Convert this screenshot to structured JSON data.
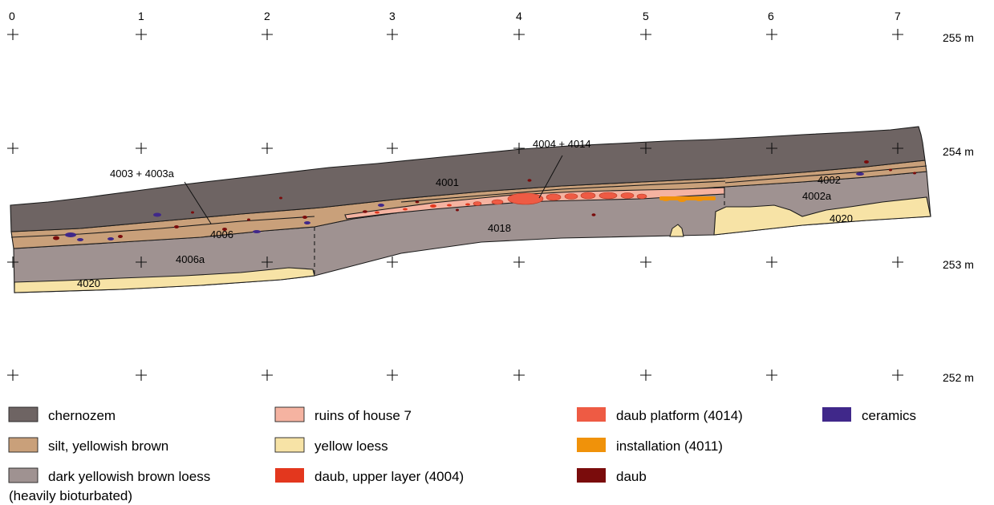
{
  "x_axis": {
    "ticks": [
      "0",
      "1",
      "2",
      "3",
      "4",
      "5",
      "6",
      "7"
    ]
  },
  "elevation_axis": {
    "ticks": [
      "255 m",
      "254 m",
      "253 m",
      "252 m"
    ]
  },
  "layer_labels": {
    "l4001": "4001",
    "l4002": "4002",
    "l4002a": "4002a",
    "l4006": "4006",
    "l4006a": "4006a",
    "l4018": "4018",
    "l4020_left": "4020",
    "l4020_right": "4020",
    "l4003": "4003 + 4003a",
    "l4004": "4004 + 4014"
  },
  "legend": [
    {
      "label": "chernozem",
      "color": "#6e6463"
    },
    {
      "label": "silt, yellowish brown",
      "color": "#c9a07a"
    },
    {
      "label": "dark yellowish brown loess",
      "label2": "(heavily bioturbated)",
      "color": "#9f9291"
    },
    {
      "label": "ruins of house 7",
      "color": "#f5b3a1"
    },
    {
      "label": "yellow loess",
      "color": "#f7e3a6"
    },
    {
      "label": "daub, upper layer (4004)",
      "color": "#e3371e"
    },
    {
      "label": "daub platform (4014)",
      "color": "#ee5b44"
    },
    {
      "label": "installation (4011)",
      "color": "#f0920a"
    },
    {
      "label": "daub",
      "color": "#7a0c0c"
    },
    {
      "label": "ceramics",
      "color": "#40288a"
    }
  ],
  "colors": {
    "chernozem": "#6e6463",
    "silt": "#c9a07a",
    "dark_loess": "#9f9291",
    "ruins": "#f5b3a1",
    "yellow_loess": "#f7e3a6",
    "daub_upper": "#e3371e",
    "daub_platform": "#ee5b44",
    "installation": "#f0920a",
    "daub": "#7a0c0c",
    "ceramics": "#40288a"
  }
}
